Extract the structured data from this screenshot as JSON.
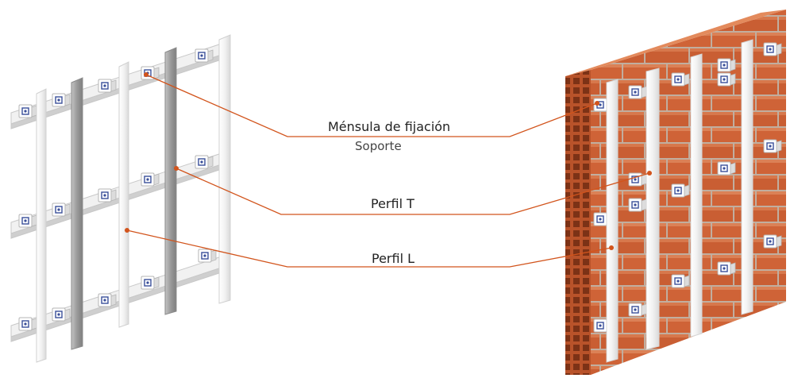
{
  "labels": {
    "bracket": "Ménsula de fijación",
    "bracket_sub": "Soporte",
    "t_profile": "Perfil T",
    "l_profile": "Perfil L"
  },
  "colors": {
    "leader_line": "#d2541c",
    "brick": "#d8683a",
    "brick_dark": "#a8461f",
    "mortar": "#c9b6a6",
    "profile_light": "#f4f4f4",
    "profile_dark": "#9a9a9a",
    "bracket_blue": "#3a4f9a"
  }
}
